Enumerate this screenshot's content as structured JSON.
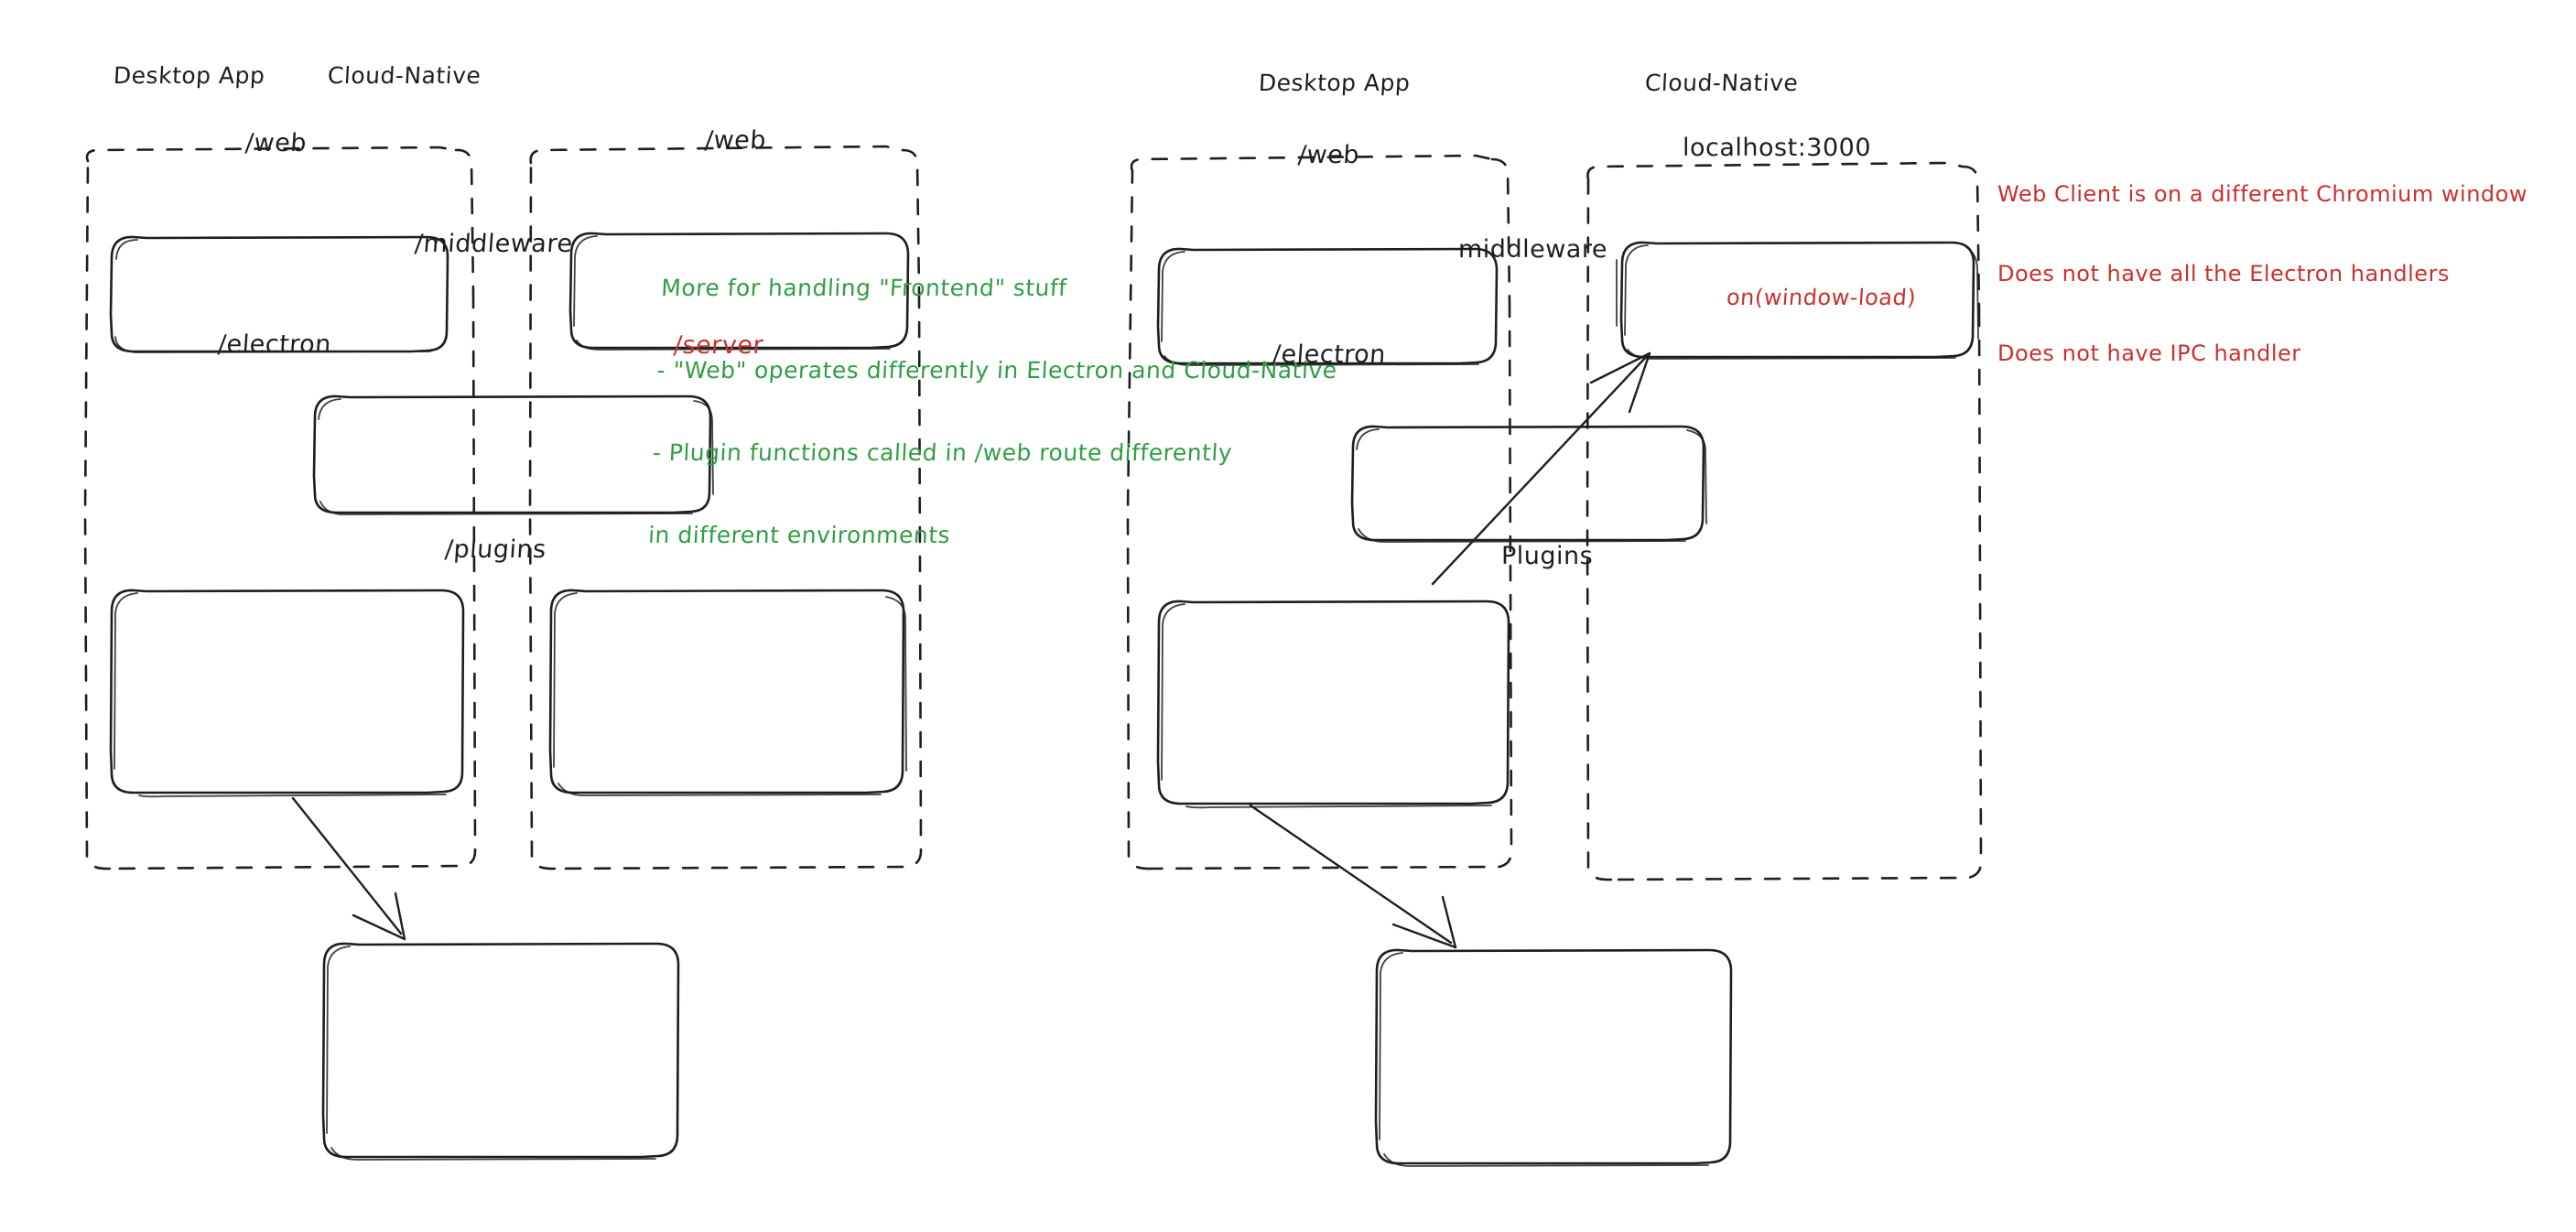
{
  "diagram": {
    "title": "Electron vs Cloud-Native architecture comparison",
    "colors": {
      "stroke": "#1e1e1e",
      "green": "#2f9e44",
      "red": "#c9312e",
      "background": "#ffffff"
    },
    "left_diagram": {
      "groups": [
        {
          "id": "left-desktop-app",
          "label": "Desktop App",
          "boxes": [
            {
              "id": "left-desktop-web",
              "label": "/web",
              "color": "black"
            },
            {
              "id": "left-desktop-electron",
              "label": "/electron",
              "color": "black"
            }
          ]
        },
        {
          "id": "left-cloud-native",
          "label": "Cloud-Native",
          "boxes": [
            {
              "id": "left-cloud-web",
              "label": "/web",
              "color": "black"
            },
            {
              "id": "left-cloud-server",
              "label": "/server",
              "color": "red"
            }
          ]
        }
      ],
      "shared_boxes": [
        {
          "id": "left-middleware",
          "label": "/middleware",
          "color": "black"
        },
        {
          "id": "left-plugins",
          "label": "/plugins",
          "color": "black"
        }
      ],
      "annotation_green": [
        "More for handling \"Frontend\" stuff",
        "- \"Web\" operates differently in Electron and Cloud-Native",
        "- Plugin functions called in /web route differently",
        "in different environments"
      ],
      "arrows": [
        {
          "id": "left-electron-to-plugins",
          "from": "/electron",
          "to": "/plugins"
        }
      ]
    },
    "right_diagram": {
      "groups": [
        {
          "id": "right-desktop-app",
          "label": "Desktop App",
          "boxes": [
            {
              "id": "right-desktop-web",
              "label": "/web",
              "color": "black"
            },
            {
              "id": "right-desktop-electron",
              "label": "/electron",
              "color": "black"
            }
          ]
        },
        {
          "id": "right-cloud-native",
          "label": "Cloud-Native",
          "boxes": [
            {
              "id": "right-localhost",
              "label": "localhost:3000",
              "sublabel": "on(window-load)",
              "color": "black",
              "sublabel_color": "red"
            }
          ]
        }
      ],
      "shared_boxes": [
        {
          "id": "right-middleware",
          "label": "middleware",
          "color": "black"
        },
        {
          "id": "right-plugins",
          "label": "Plugins",
          "color": "black"
        }
      ],
      "annotation_red": [
        "Web Client is on a different Chromium window",
        "Does not have all the Electron handlers",
        "Does not have IPC handler"
      ],
      "arrows": [
        {
          "id": "right-electron-to-plugins",
          "from": "/electron",
          "to": "Plugins"
        },
        {
          "id": "right-electron-to-localhost",
          "from": "/electron",
          "to": "localhost:3000"
        }
      ]
    }
  }
}
